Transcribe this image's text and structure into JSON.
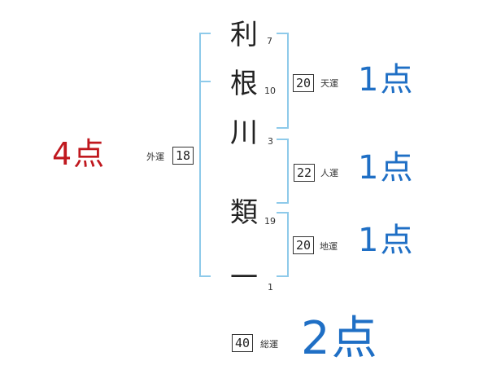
{
  "name_characters": [
    {
      "char": "利",
      "strokes": "7"
    },
    {
      "char": "根",
      "strokes": "10"
    },
    {
      "char": "川",
      "strokes": "3"
    },
    {
      "char": "類",
      "strokes": "19"
    },
    {
      "char": "一",
      "strokes": "1"
    }
  ],
  "kaku": {
    "tenkaku": {
      "value": "20",
      "label": "天運",
      "score": "1点"
    },
    "jinkaku": {
      "value": "22",
      "label": "人運",
      "score": "1点"
    },
    "chikaku": {
      "value": "20",
      "label": "地運",
      "score": "1点"
    },
    "gaikaku": {
      "value": "18",
      "label": "外運",
      "score": "4点"
    },
    "soukaku": {
      "value": "40",
      "label": "総運",
      "score": "2点"
    }
  },
  "colors": {
    "bracket": "#8ecaea",
    "score_blue": "#1f6fc5",
    "score_red": "#c0181e"
  }
}
